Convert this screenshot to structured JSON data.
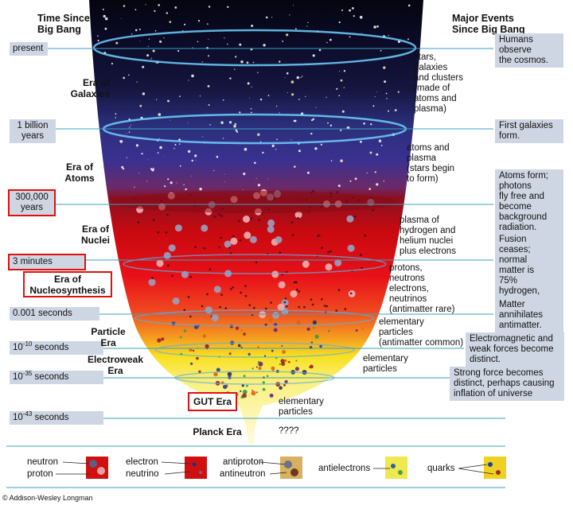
{
  "headers": {
    "left": [
      "Time Since",
      "Big Bang"
    ],
    "right": [
      "Major Events",
      "Since Big Bang"
    ]
  },
  "times": {
    "present": "present",
    "billion": [
      "1 billion",
      "years"
    ],
    "k300": [
      "300,000",
      "years"
    ],
    "min3": "3 minutes",
    "sec001": "0.001 seconds",
    "sec10": {
      "base": "10",
      "exp": "-10",
      "unit": " seconds"
    },
    "sec35": {
      "base": "10",
      "exp": "-35",
      "unit": " seconds"
    },
    "sec43": {
      "base": "10",
      "exp": "-43",
      "unit": " seconds"
    }
  },
  "eras": {
    "galaxies": [
      "Era of",
      "Galaxies"
    ],
    "atoms": [
      "Era of",
      "Atoms"
    ],
    "nuclei": [
      "Era of",
      "Nuclei"
    ],
    "nucleosynthesis": [
      "Era of",
      "Nucleosynthesis"
    ],
    "particle": [
      "Particle",
      "Era"
    ],
    "electroweak": [
      "Electroweak",
      "Era"
    ],
    "gut": "GUT Era",
    "planck": "Planck Era"
  },
  "descriptions": {
    "galaxies": [
      "stars,",
      "galaxies",
      "and clusters",
      "(made of",
      "atoms and",
      "plasma)"
    ],
    "atoms": [
      "atoms and",
      "plasma",
      "(stars begin",
      "to form)"
    ],
    "nuclei": [
      "plasma of",
      "hydrogen and",
      "helium nuclei",
      "plus electrons"
    ],
    "nucleo": [
      "protons,",
      "neutrons",
      "electrons,",
      "neutrinos",
      "(antimatter rare)"
    ],
    "particle": [
      "elementary",
      "particles",
      "(antimatter common)"
    ],
    "electroweak": [
      "elementary",
      "particles"
    ],
    "gut": [
      "elementary",
      "particles"
    ],
    "planck": "????"
  },
  "events": {
    "humans": [
      "Humans",
      "observe",
      "the cosmos."
    ],
    "first_galaxies": [
      "First galaxies",
      "form."
    ],
    "atoms_form": [
      "Atoms form;",
      "photons",
      "fly free and",
      "become",
      "background",
      "radiation."
    ],
    "fusion": [
      "Fusion",
      "ceases;",
      "normal",
      "matter is",
      "75%",
      "hydrogen,"
    ],
    "annihilate": [
      "Matter",
      "annihilates",
      "antimatter."
    ],
    "em_weak": [
      "Electromagnetic and",
      "weak forces become",
      "distinct."
    ],
    "strong": [
      "Strong force becomes",
      "distinct, perhaps causing",
      "inflation of universe"
    ]
  },
  "legend": {
    "neutron": "neutron",
    "proton": "proton",
    "electron": "electron",
    "neutrino": "neutrino",
    "antiproton": "antiproton",
    "antineutron": "antineutron",
    "antielectrons": "antielectrons",
    "quarks": "quarks"
  },
  "copyright": "© Addison-Wesley Longman",
  "colors": {
    "line": "#3aa0c0",
    "box": "#cfd6e3",
    "highlight": "#e01010"
  }
}
